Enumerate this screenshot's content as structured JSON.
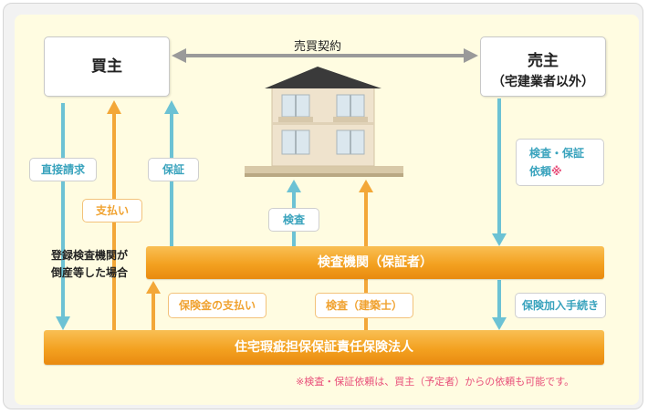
{
  "buyer": {
    "label": "買主"
  },
  "seller": {
    "label": "売主",
    "sub": "（宅建業者以外）"
  },
  "contract": {
    "label": "売買契約"
  },
  "inspection_body": {
    "label": "検査機関（保証者）"
  },
  "insurer": {
    "label": "住宅瑕疵担保保証責任保険法人"
  },
  "tags": {
    "direct_claim": "直接請求",
    "payment": "支払い",
    "guarantee": "保証",
    "inspection": "検査",
    "request": "検査・保証",
    "request2": "依頼",
    "request_mark": "※",
    "claim_payment": "保険金の支払い",
    "inspection_architect": "検査（建築士）",
    "insurance_procedure": "保険加入手続き"
  },
  "bankruptcy": {
    "line1": "登録検査機関が",
    "line2": "倒産等した場合"
  },
  "footnote": "※検査・保証依頼は、買主（予定者）からの依頼も可能です。",
  "colors": {
    "blue_arrow": "#6cc2d4",
    "orange_arrow": "#f3a738",
    "gray_arrow": "#9a9a9a"
  }
}
